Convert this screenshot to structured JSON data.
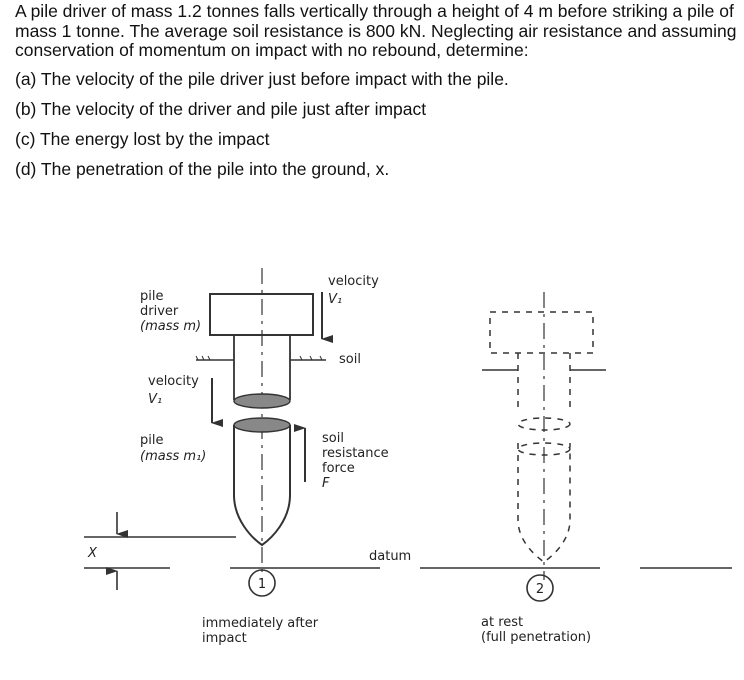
{
  "problem": {
    "statement": "A pile driver of mass 1.2 tonnes falls vertically through a height of 4 m before striking a pile of mass 1 tonne.  The average soil resistance is 800 kN. Neglecting air resistance and assuming conservation of momentum on impact with no rebound, determine:",
    "parts": [
      "(a) The velocity of the pile driver just before impact with the pile.",
      "(b) The velocity of the driver and pile just after impact",
      "(c) The energy lost by the impact",
      "(d) The penetration of the pile into the ground, x."
    ]
  },
  "figure": {
    "pile_driver_label": [
      "pile",
      "driver",
      "(mass m)"
    ],
    "velocity_label_top": [
      "velocity",
      "V₁"
    ],
    "velocity_label_left": [
      "velocity",
      "V₁"
    ],
    "soil_label": "soil",
    "pile_label": [
      "pile",
      "(mass m₁)"
    ],
    "soil_resistance_label": [
      "soil",
      "resistance",
      "force",
      "F"
    ],
    "x_label": "X",
    "datum_label": "datum",
    "stage1_number": "1",
    "stage1_caption": [
      "immediately after",
      "impact"
    ],
    "stage2_number": "2",
    "stage2_caption": [
      "at rest",
      "(full penetration)"
    ]
  }
}
